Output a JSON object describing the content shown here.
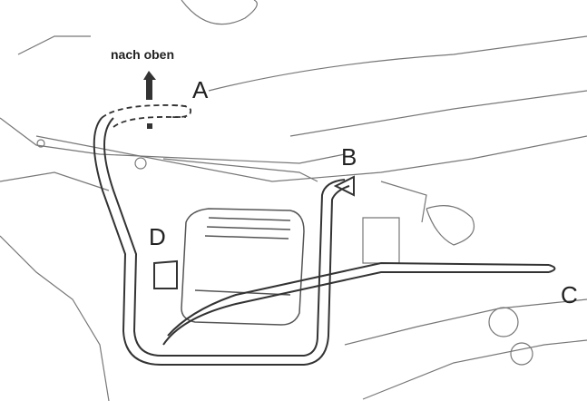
{
  "annotations": {
    "direction": "nach oben",
    "label_a": "A",
    "label_b": "B",
    "label_c": "C",
    "label_d": "D"
  }
}
